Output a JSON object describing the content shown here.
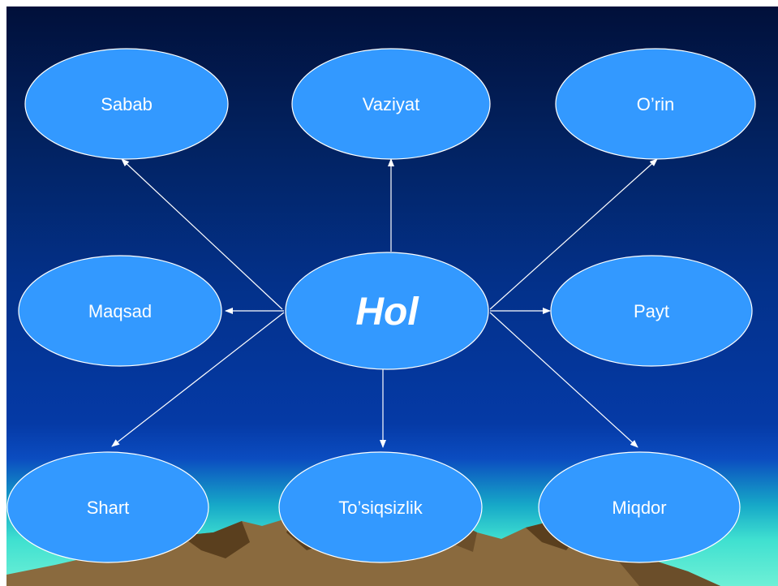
{
  "diagram": {
    "center": {
      "label": "Hol"
    },
    "nodes": {
      "sabab": "Sabab",
      "vaziyat": "Vaziyat",
      "orin": "O’rin",
      "maqsad": "Maqsad",
      "payt": "Payt",
      "shart": "Shart",
      "tosiqsizlik": "To’siqsizlik",
      "miqdor": "Miqdor"
    }
  },
  "colors": {
    "node_fill": "#3399ff",
    "node_stroke": "#ffffff",
    "arrow": "#ffffff",
    "mountain": "#8a6a3e",
    "mountain_shadow": "#5a3f1e"
  }
}
